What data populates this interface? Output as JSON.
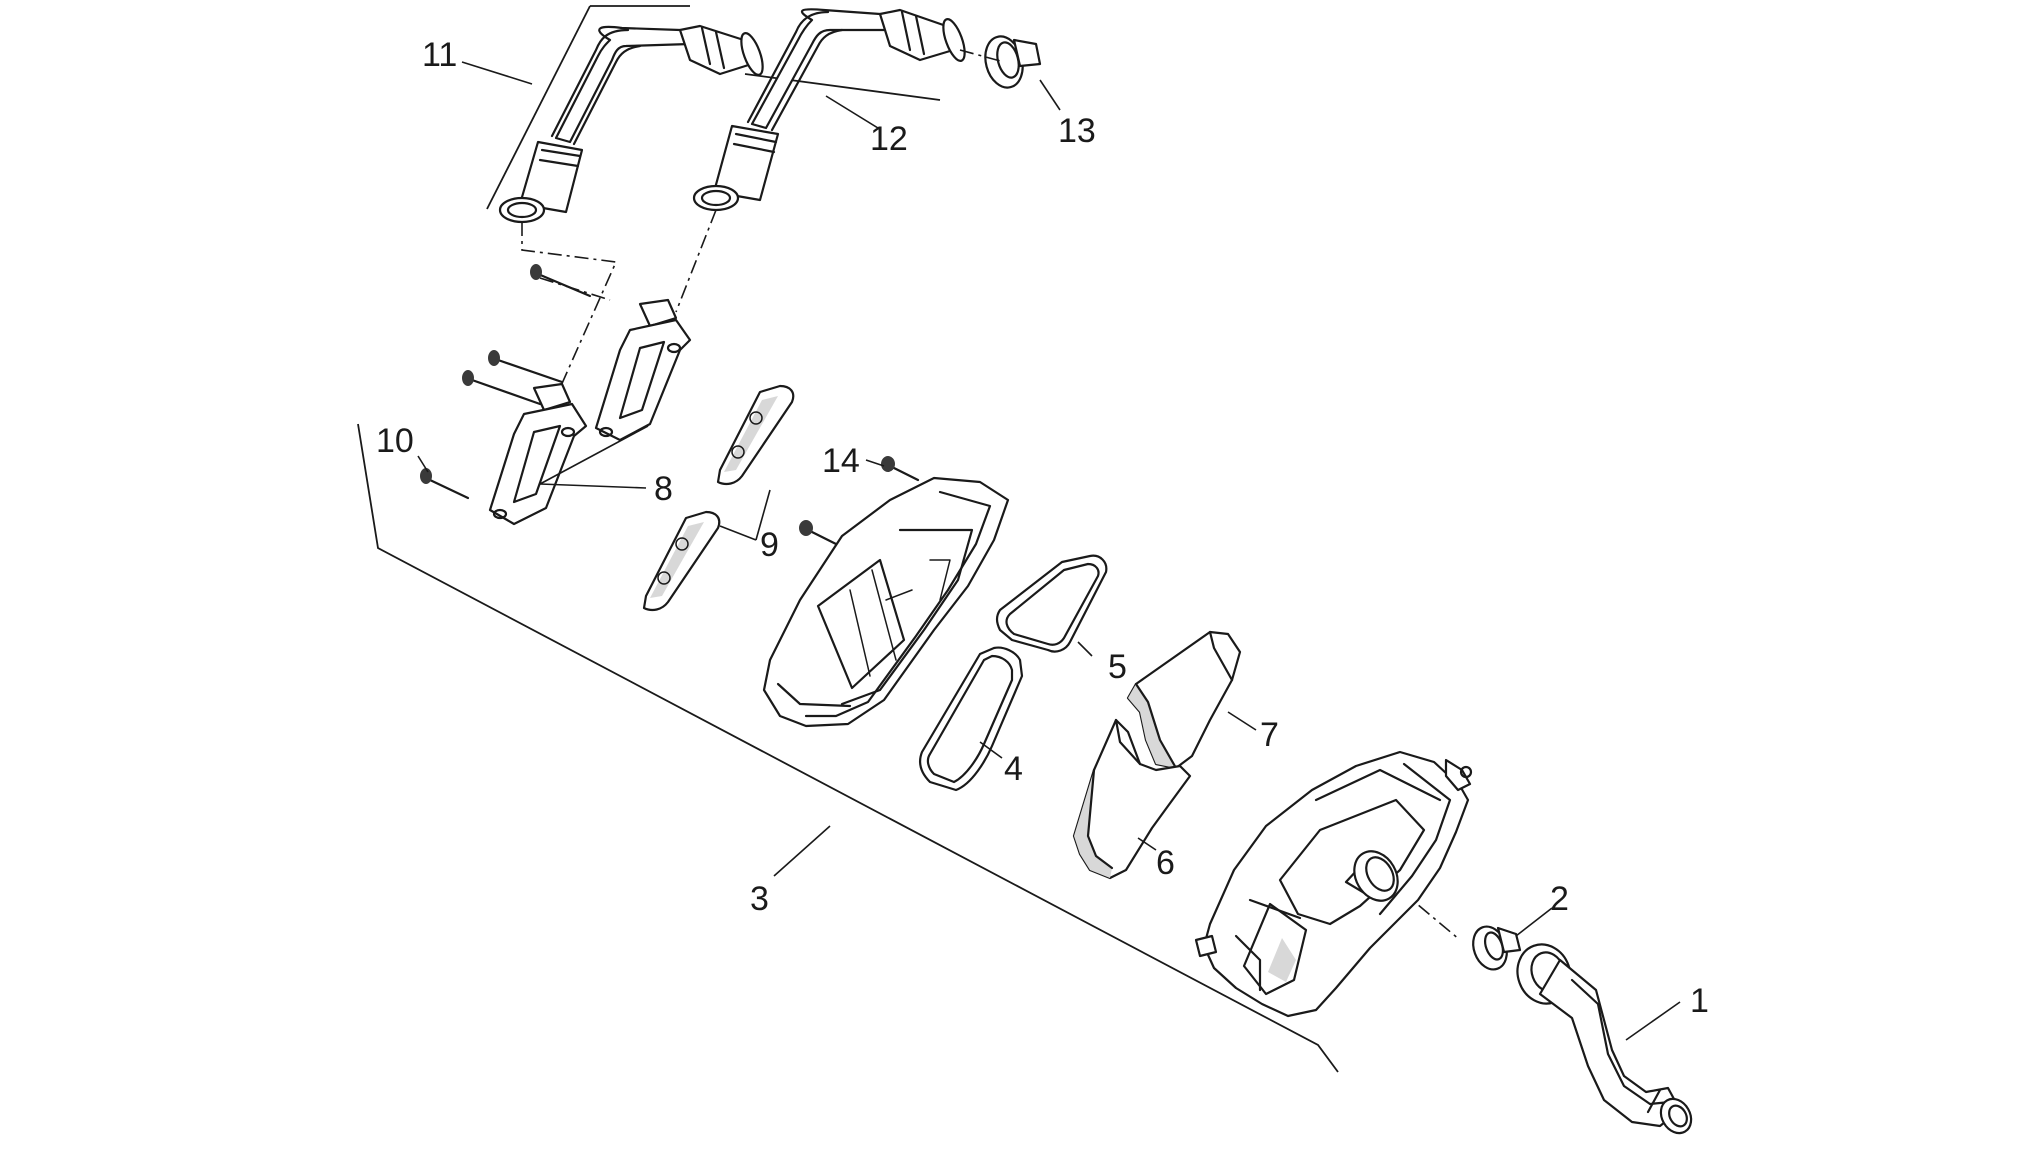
{
  "diagram": {
    "labels": {
      "p1": "1",
      "p2": "2",
      "p3": "3",
      "p4": "4",
      "p5": "5",
      "p6": "6",
      "p7": "7",
      "p8": "8",
      "p9": "9",
      "p10": "10",
      "p11": "11",
      "p12": "12",
      "p13": "13",
      "p14": "14"
    }
  }
}
